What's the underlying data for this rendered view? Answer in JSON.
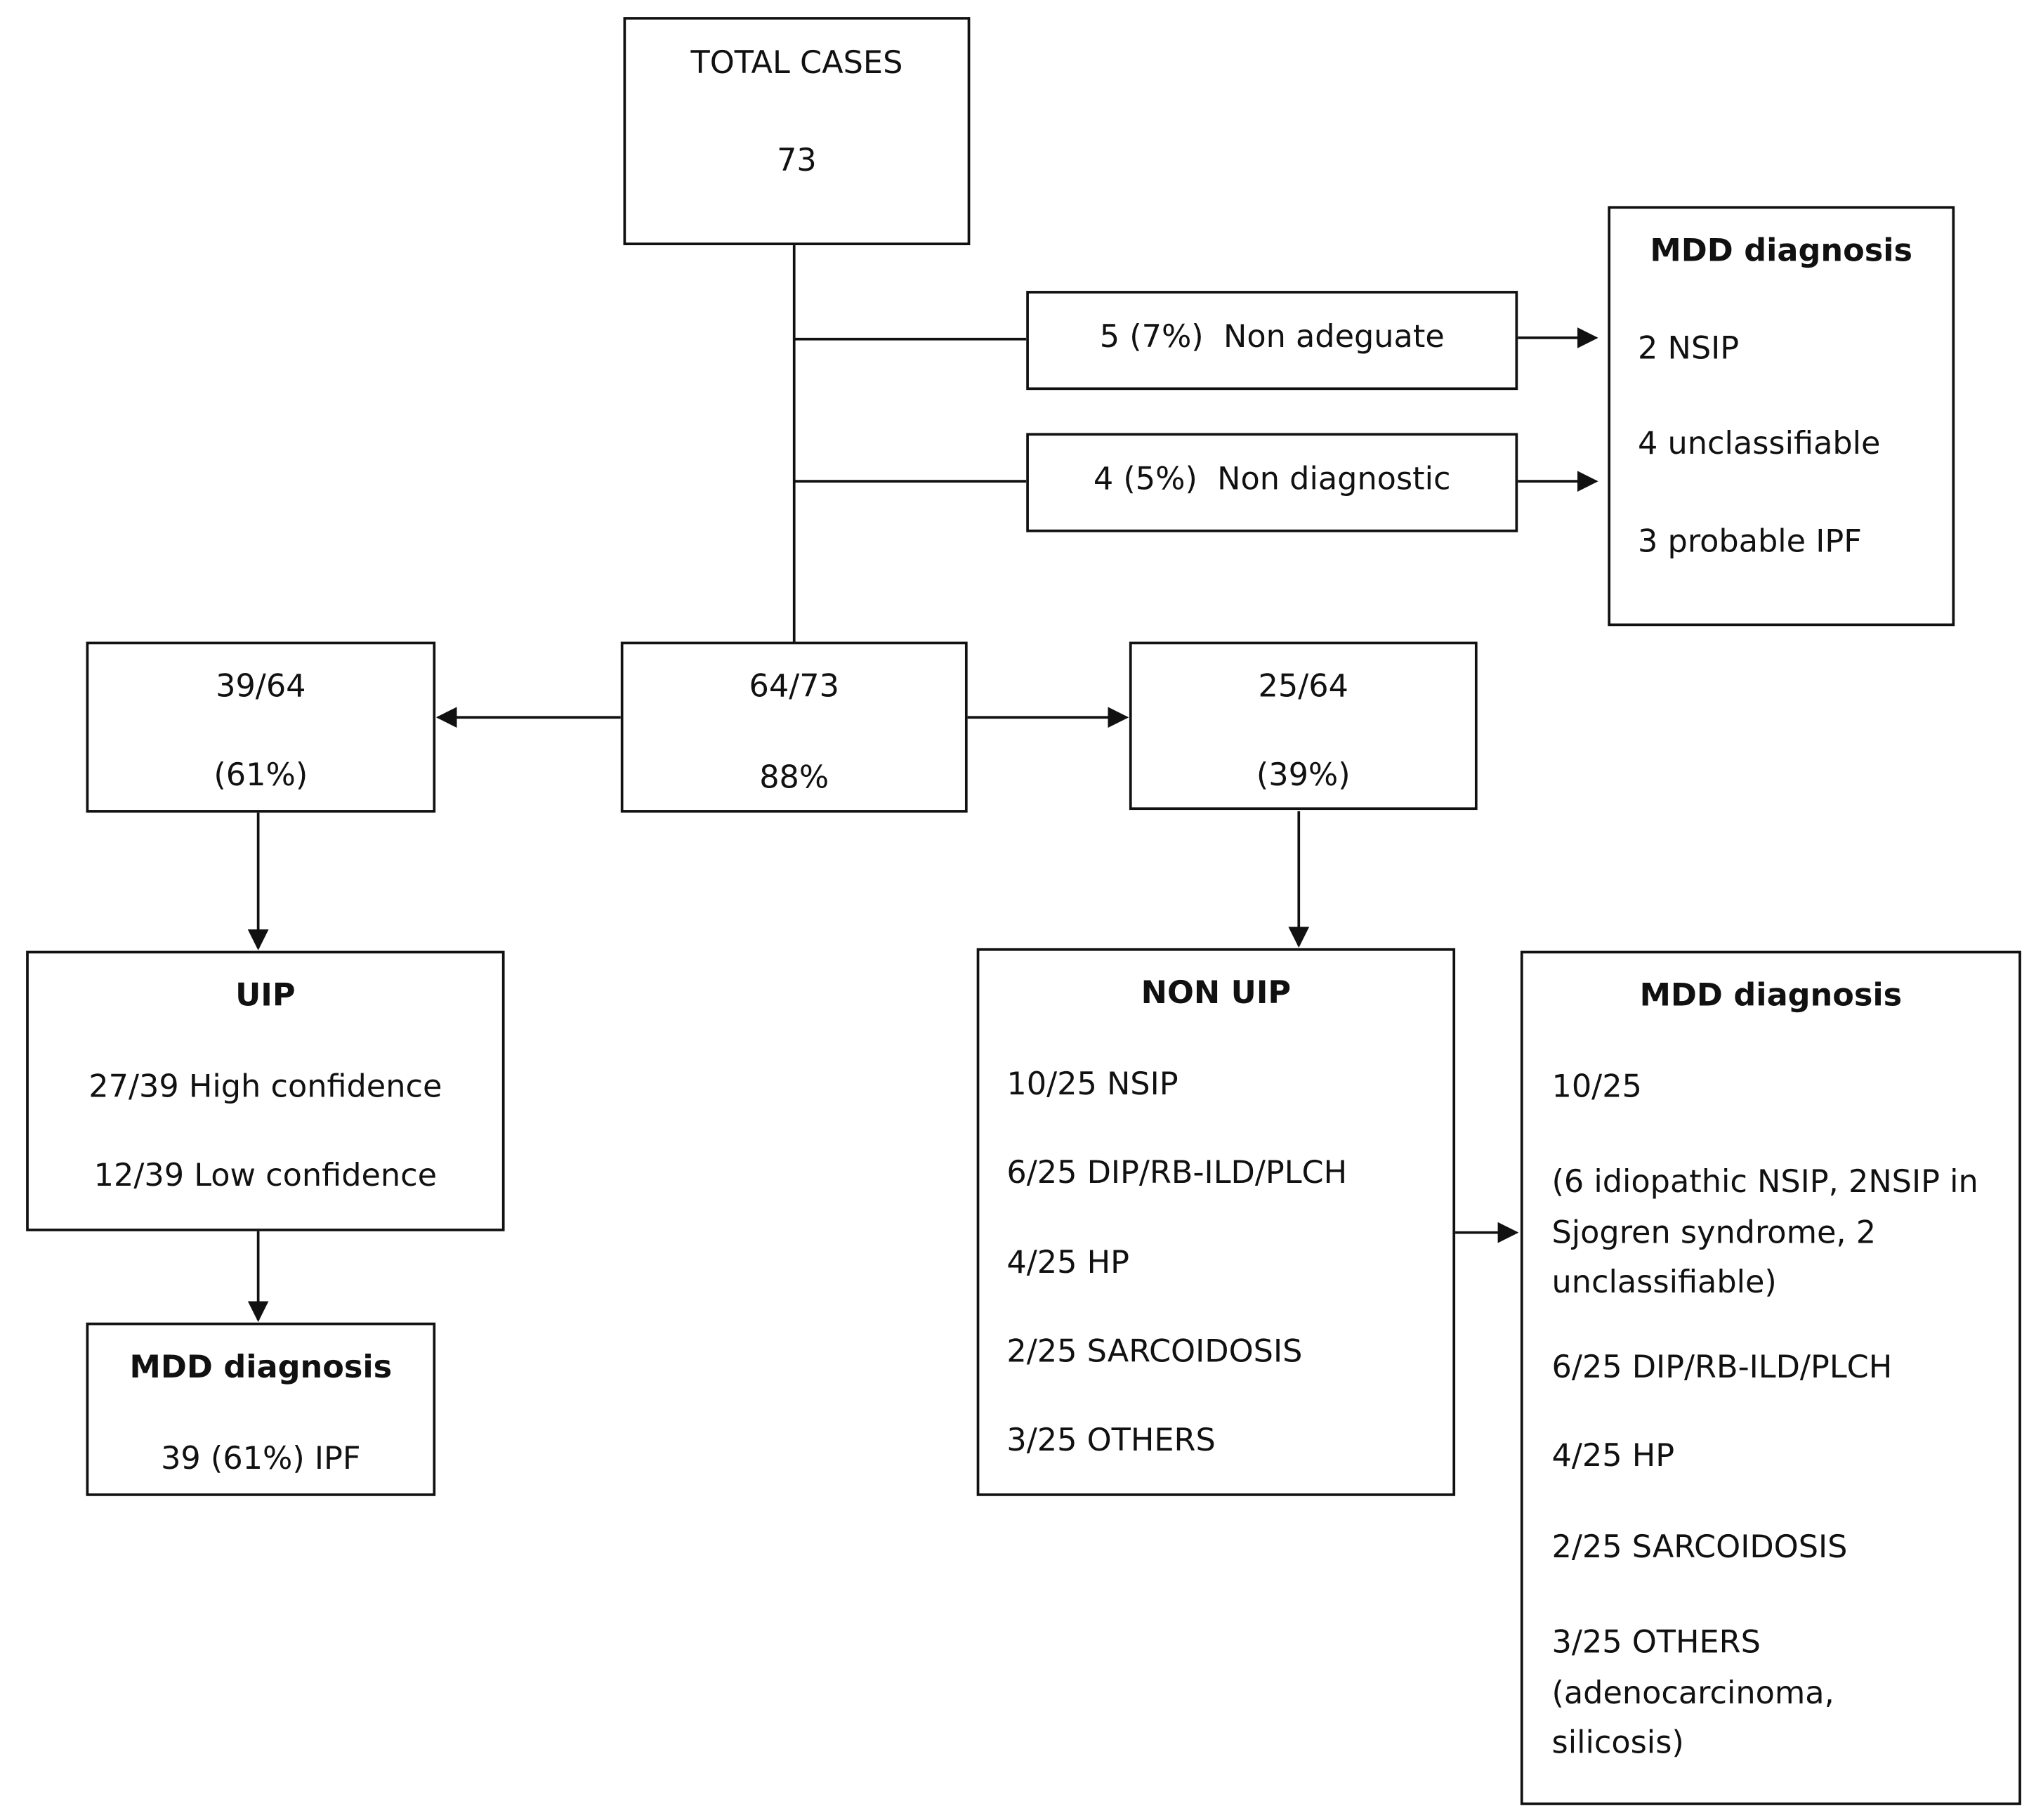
{
  "total": {
    "label": "TOTAL CASES",
    "value": "73"
  },
  "non_adequate": "5 (7%)  Non adeguate",
  "non_diagnostic": "4 (5%)  Non diagnostic",
  "mdd_top": {
    "title": "MDD diagnosis",
    "items": [
      "2 NSIP",
      "4 unclassifiable",
      "3 probable IPF"
    ]
  },
  "center": {
    "fraction": "64/73",
    "percent": "88%"
  },
  "left_branch": {
    "fraction": "39/64",
    "percent": "(61%)"
  },
  "right_branch": {
    "fraction": "25/64",
    "percent": "(39%)"
  },
  "uip": {
    "title": "UIP",
    "items": [
      "27/39 High confidence",
      "12/39 Low confidence"
    ]
  },
  "mdd_left": {
    "title": "MDD diagnosis",
    "items": [
      "39 (61%) IPF"
    ]
  },
  "non_uip": {
    "title": "NON UIP",
    "items": [
      "10/25 NSIP",
      "6/25 DIP/RB-ILD/PLCH",
      "4/25 HP",
      "2/25 SARCOIDOSIS",
      "3/25 OTHERS"
    ]
  },
  "mdd_right": {
    "title": "MDD diagnosis",
    "items": [
      "10/25",
      "(6 idiopathic NSIP, 2NSIP in Sjogren syndrome, 2 unclassifiable)",
      "6/25 DIP/RB-ILD/PLCH",
      "4/25 HP",
      "2/25 SARCOIDOSIS",
      "3/25 OTHERS (adenocarcinoma, silicosis)"
    ]
  }
}
